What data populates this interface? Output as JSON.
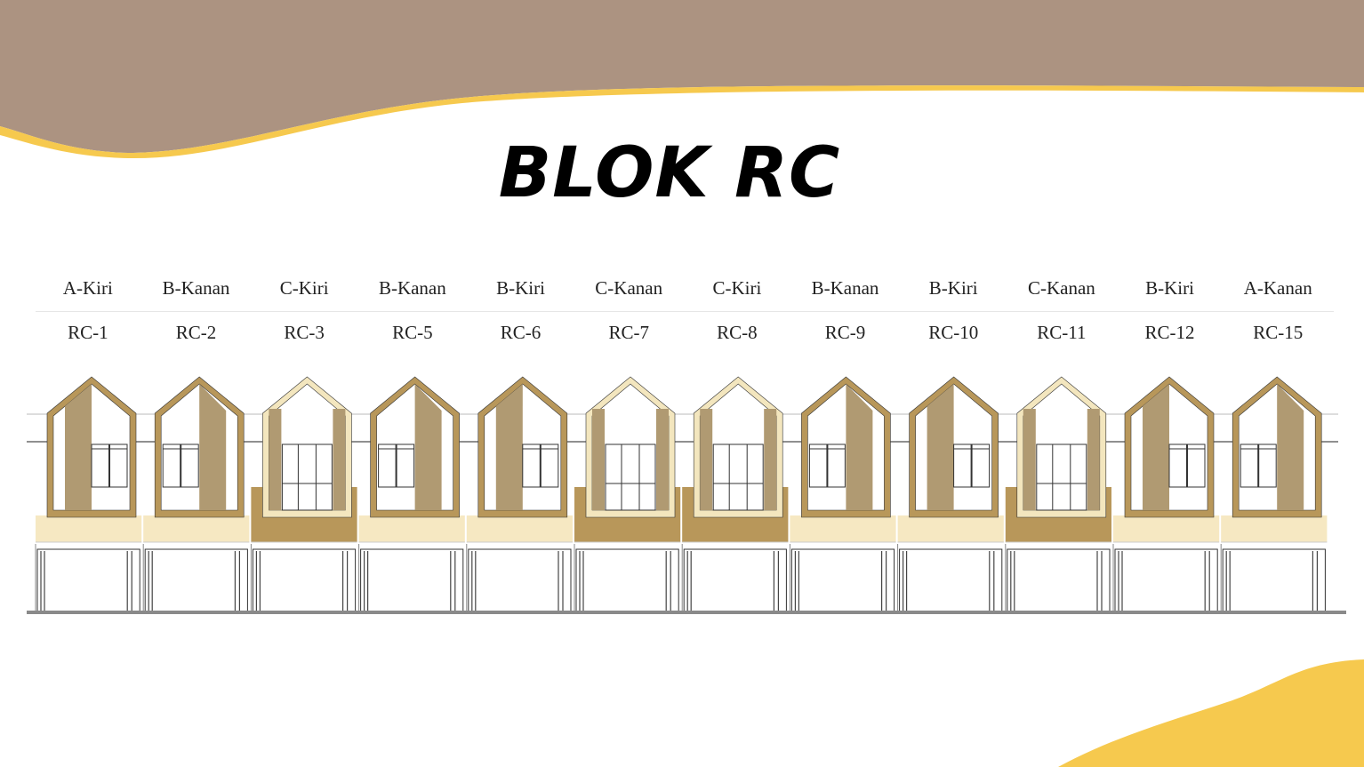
{
  "title": "BLOK RC",
  "units": [
    {
      "type": "A-Kiri",
      "code": "RC-1"
    },
    {
      "type": "B-Kanan",
      "code": "RC-2"
    },
    {
      "type": "C-Kiri",
      "code": "RC-3"
    },
    {
      "type": "B-Kanan",
      "code": "RC-5"
    },
    {
      "type": "B-Kiri",
      "code": "RC-6"
    },
    {
      "type": "C-Kanan",
      "code": "RC-7"
    },
    {
      "type": "C-Kiri",
      "code": "RC-8"
    },
    {
      "type": "B-Kanan",
      "code": "RC-9"
    },
    {
      "type": "B-Kiri",
      "code": "RC-10"
    },
    {
      "type": "C-Kanan",
      "code": "RC-11"
    },
    {
      "type": "B-Kiri",
      "code": "RC-12"
    },
    {
      "type": "A-Kanan",
      "code": "RC-15"
    }
  ],
  "colors": {
    "header_brown": "#ac9381",
    "accent_yellow": "#f6c94e",
    "frame_dark": "#b8975a",
    "frame_light": "#f3e6be",
    "panel": "#b09a72",
    "band_light": "#f6e8c2",
    "band_dark": "#b8975a",
    "ground": "#8a8a8a"
  }
}
